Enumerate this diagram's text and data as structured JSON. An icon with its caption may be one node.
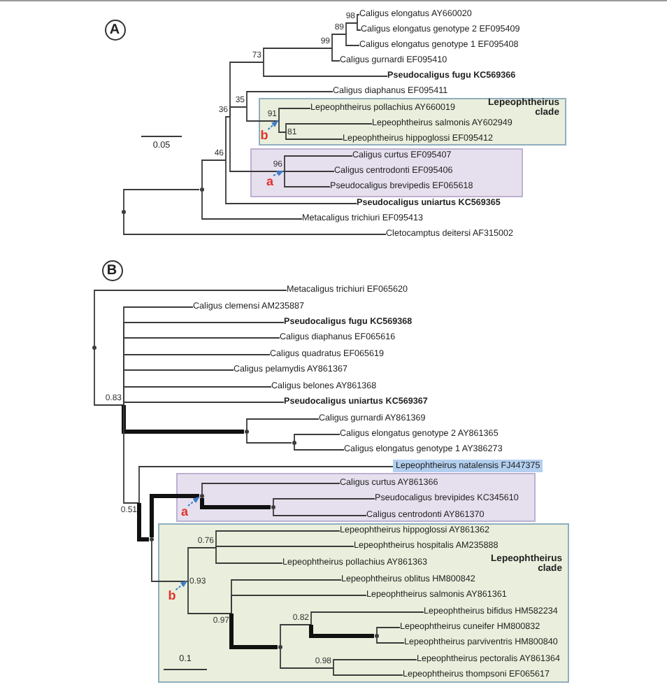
{
  "diagram": {
    "nodes": [
      {
        "text": [
          "98"
        ]
      },
      {
        "text": [
          "Caligus elongatus AY660020"
        ]
      },
      {
        "text": [
          "89"
        ]
      },
      {
        "text": [
          "Caligus elongatus genotype 2 EF095409"
        ]
      },
      {
        "text": [
          "99"
        ]
      },
      {
        "text": [
          "Caligus elongatus genotype 1 EF095408"
        ]
      },
      {
        "text": [
          "73"
        ]
      },
      {
        "text": [
          "Caligus gurnardi EF095410"
        ]
      },
      {
        "text": [
          "Pseudocaligus fugu KC569366"
        ]
      },
      {
        "text": [
          "Caligus diaphanus EF095411"
        ]
      },
      {
        "text": [
          "35"
        ]
      },
      {
        "text": [
          "Lepeophtheirus clade"
        ]
      },
      {
        "text": [
          "36"
        ]
      },
      {
        "text": [
          "91"
        ],
        "in": 11
      },
      {
        "text": [
          "Lepeophtheirus pollachius AY660019"
        ],
        "in": 11
      },
      {
        "text": [
          "b"
        ],
        "in": 11
      },
      {
        "text": [
          "81"
        ],
        "in": 11
      },
      {
        "text": [
          "Lepeophtheirus salmonis AY602949"
        ],
        "in": 11
      },
      {
        "text": [
          "Lepeophtheirus hippoglossi EF095412"
        ],
        "in": 11
      },
      {
        "text": [
          "46"
        ]
      },
      {
        "text": [],
        "shape": "box"
      },
      {
        "text": [
          "96"
        ],
        "in": 20
      },
      {
        "text": [
          "a"
        ],
        "in": 20
      },
      {
        "text": [
          "Caligus curtus EF095407"
        ],
        "in": 20
      },
      {
        "text": [
          "Caligus centrodonti EF095406"
        ],
        "in": 20
      },
      {
        "text": [
          "Pseudocaligus brevipedis EF065618"
        ],
        "in": 20
      },
      {
        "text": [],
        "shape": "dot"
      },
      {
        "text": [
          "Pseudocaligus uniartus KC569365"
        ]
      },
      {
        "text": [],
        "shape": "dot"
      },
      {
        "text": [
          "Metacaligus trichiuri EF095413"
        ]
      },
      {
        "text": [
          "Cletocamptus deitersi AF315002"
        ]
      },
      {
        "text": [],
        "shape": "dot"
      },
      {
        "text": [
          "Metacaligus trichiuri EF065620"
        ]
      },
      {
        "text": [
          "Caligus clemensi AM235887"
        ]
      },
      {
        "text": [
          "Pseudocaligus fugu KC569368"
        ]
      },
      {
        "text": [
          "Caligus diaphanus EF065616"
        ]
      },
      {
        "text": [
          "Caligus quadratus EF065619"
        ]
      },
      {
        "text": [
          "Caligus pelamydis AY861367"
        ]
      },
      {
        "text": [
          "Caligus belones AY861368"
        ]
      },
      {
        "text": [
          "0.83"
        ]
      },
      {
        "text": [
          "Pseudocaligus uniartus KC569367"
        ]
      },
      {
        "text": [],
        "shape": "dot"
      },
      {
        "text": [
          "Caligus gurnardi AY861369"
        ]
      },
      {
        "text": [],
        "shape": "dot"
      },
      {
        "text": [
          "Caligus elongatus genotype 2 AY861365"
        ]
      },
      {
        "text": [
          "Caligus elongatus genotype 1 AY386273"
        ]
      },
      {
        "text": [
          "Lepeophtheirus natalensis FJ447375"
        ]
      },
      {
        "text": [],
        "shape": "box"
      },
      {
        "text": [
          "0.51"
        ]
      },
      {
        "text": [],
        "shape": "dot"
      },
      {
        "text": [],
        "shape": "dot",
        "in": 47
      },
      {
        "text": [
          "a"
        ],
        "in": 47
      },
      {
        "text": [
          "Caligus curtus AY861366"
        ],
        "in": 47
      },
      {
        "text": [],
        "shape": "dot",
        "in": 47
      },
      {
        "text": [
          "Pseudocaligus brevipides KC345610"
        ],
        "in": 47
      },
      {
        "text": [
          "Caligus centrodonti AY861370"
        ],
        "in": 47
      },
      {
        "text": [
          "Lepeophtheirus clade"
        ]
      },
      {
        "text": [
          "0.76"
        ],
        "in": 56
      },
      {
        "text": [
          "Lepeophtheirus hippoglossi AY861362"
        ],
        "in": 56
      },
      {
        "text": [
          "Lepeophtheirus hospitalis AM235888"
        ],
        "in": 56
      },
      {
        "text": [
          "Lepeophtheirus pollachius AY861363"
        ],
        "in": 56
      },
      {
        "text": [
          "0.93"
        ],
        "in": 56
      },
      {
        "text": [
          "b"
        ],
        "in": 56
      },
      {
        "text": [
          "Lepeophtheirus oblitus HM800842"
        ],
        "in": 56
      },
      {
        "text": [
          "Lepeophtheirus salmonis AY861361"
        ],
        "in": 56
      },
      {
        "text": [
          "0.97"
        ],
        "in": 56
      },
      {
        "text": [],
        "shape": "dot",
        "in": 56
      },
      {
        "text": [
          "0.82"
        ],
        "in": 56
      },
      {
        "text": [
          "Lepeophtheirus bifidus HM582234"
        ],
        "in": 56
      },
      {
        "text": [],
        "shape": "dot",
        "in": 56
      },
      {
        "text": [
          "Lepeophtheirus cuneifer HM800832"
        ],
        "in": 56
      },
      {
        "text": [
          "Lepeophtheirus parviventris HM800840"
        ],
        "in": 56
      },
      {
        "text": [
          "0.98"
        ],
        "in": 56
      },
      {
        "text": [
          "Lepeophtheirus pectoralis AY861364"
        ],
        "in": 56
      },
      {
        "text": [
          "Lepeophtheirus thompsoni EF065617"
        ],
        "in": 56
      }
    ],
    "edges": [
      {
        "from": 28,
        "to": 26,
        "arrow": "none"
      },
      {
        "from": 28,
        "to": 30,
        "arrow": "none"
      },
      {
        "from": 26,
        "to": 19,
        "arrow": "none"
      },
      {
        "from": 26,
        "to": 29,
        "arrow": "none"
      },
      {
        "from": 19,
        "to": 12,
        "arrow": "none"
      },
      {
        "from": 19,
        "to": 27,
        "arrow": "none"
      },
      {
        "from": 12,
        "to": 6,
        "arrow": "none"
      },
      {
        "from": 12,
        "to": 10,
        "arrow": "none"
      },
      {
        "from": 12,
        "to": 21,
        "arrow": "none"
      },
      {
        "from": 6,
        "to": 4,
        "arrow": "none"
      },
      {
        "from": 6,
        "to": 8,
        "arrow": "none"
      },
      {
        "from": 4,
        "to": 2,
        "arrow": "none"
      },
      {
        "from": 4,
        "to": 7,
        "arrow": "none"
      },
      {
        "from": 2,
        "to": 0,
        "arrow": "none"
      },
      {
        "from": 2,
        "to": 5,
        "arrow": "none"
      },
      {
        "from": 0,
        "to": 1,
        "arrow": "none"
      },
      {
        "from": 0,
        "to": 3,
        "arrow": "none"
      },
      {
        "from": 10,
        "to": 9,
        "arrow": "none"
      },
      {
        "from": 10,
        "to": 13,
        "arrow": "none"
      },
      {
        "from": 13,
        "to": 14,
        "arrow": "none"
      },
      {
        "from": 13,
        "to": 16,
        "arrow": "none"
      },
      {
        "from": 16,
        "to": 17,
        "arrow": "none"
      },
      {
        "from": 16,
        "to": 18,
        "arrow": "none"
      },
      {
        "from": 21,
        "to": 23,
        "arrow": "none"
      },
      {
        "from": 21,
        "to": 24,
        "arrow": "none"
      },
      {
        "from": 21,
        "to": 25,
        "arrow": "none"
      },
      {
        "from": 15,
        "to": 13,
        "arrow": "to",
        "style": "dashed",
        "color": "#3d7cc9"
      },
      {
        "from": 22,
        "to": 21,
        "arrow": "to",
        "style": "dashed",
        "color": "#3d7cc9"
      },
      {
        "from": 31,
        "to": 32,
        "arrow": "none"
      },
      {
        "from": 31,
        "to": 39,
        "arrow": "none"
      },
      {
        "from": 39,
        "to": 33,
        "arrow": "none"
      },
      {
        "from": 39,
        "to": 34,
        "arrow": "none"
      },
      {
        "from": 39,
        "to": 35,
        "arrow": "none"
      },
      {
        "from": 39,
        "to": 36,
        "arrow": "none"
      },
      {
        "from": 39,
        "to": 37,
        "arrow": "none"
      },
      {
        "from": 39,
        "to": 38,
        "arrow": "none"
      },
      {
        "from": 39,
        "to": 40,
        "arrow": "none"
      },
      {
        "from": 39,
        "to": 41,
        "arrow": "none",
        "style": "thick"
      },
      {
        "from": 39,
        "to": 48,
        "arrow": "none"
      },
      {
        "from": 41,
        "to": 42,
        "arrow": "none"
      },
      {
        "from": 41,
        "to": 43,
        "arrow": "none"
      },
      {
        "from": 43,
        "to": 44,
        "arrow": "none"
      },
      {
        "from": 43,
        "to": 45,
        "arrow": "none"
      },
      {
        "from": 48,
        "to": 46,
        "arrow": "none"
      },
      {
        "from": 48,
        "to": 49,
        "arrow": "none",
        "style": "thick"
      },
      {
        "from": 49,
        "to": 50,
        "arrow": "none",
        "style": "thick"
      },
      {
        "from": 49,
        "to": 61,
        "arrow": "none"
      },
      {
        "from": 50,
        "to": 52,
        "arrow": "none"
      },
      {
        "from": 50,
        "to": 53,
        "arrow": "none",
        "style": "thick"
      },
      {
        "from": 53,
        "to": 54,
        "arrow": "none"
      },
      {
        "from": 53,
        "to": 55,
        "arrow": "none"
      },
      {
        "from": 61,
        "to": 57,
        "arrow": "none"
      },
      {
        "from": 61,
        "to": 65,
        "arrow": "none"
      },
      {
        "from": 57,
        "to": 58,
        "arrow": "none"
      },
      {
        "from": 57,
        "to": 59,
        "arrow": "none"
      },
      {
        "from": 57,
        "to": 60,
        "arrow": "none"
      },
      {
        "from": 65,
        "to": 63,
        "arrow": "none"
      },
      {
        "from": 65,
        "to": 64,
        "arrow": "none"
      },
      {
        "from": 65,
        "to": 66,
        "arrow": "none",
        "style": "thick"
      },
      {
        "from": 66,
        "to": 67,
        "arrow": "none"
      },
      {
        "from": 66,
        "to": 72,
        "arrow": "none"
      },
      {
        "from": 67,
        "to": 68,
        "arrow": "none"
      },
      {
        "from": 67,
        "to": 69,
        "arrow": "none",
        "style": "thick"
      },
      {
        "from": 69,
        "to": 70,
        "arrow": "none"
      },
      {
        "from": 69,
        "to": 71,
        "arrow": "none"
      },
      {
        "from": 72,
        "to": 73,
        "arrow": "none"
      },
      {
        "from": 72,
        "to": 74,
        "arrow": "none"
      },
      {
        "from": 51,
        "to": 50,
        "arrow": "to",
        "style": "dashed",
        "color": "#3d7cc9"
      },
      {
        "from": 62,
        "to": 61,
        "arrow": "to",
        "style": "dashed",
        "color": "#3d7cc9"
      }
    ],
    "labels": [
      "A",
      "0.05",
      "B",
      "0.1"
    ]
  }
}
